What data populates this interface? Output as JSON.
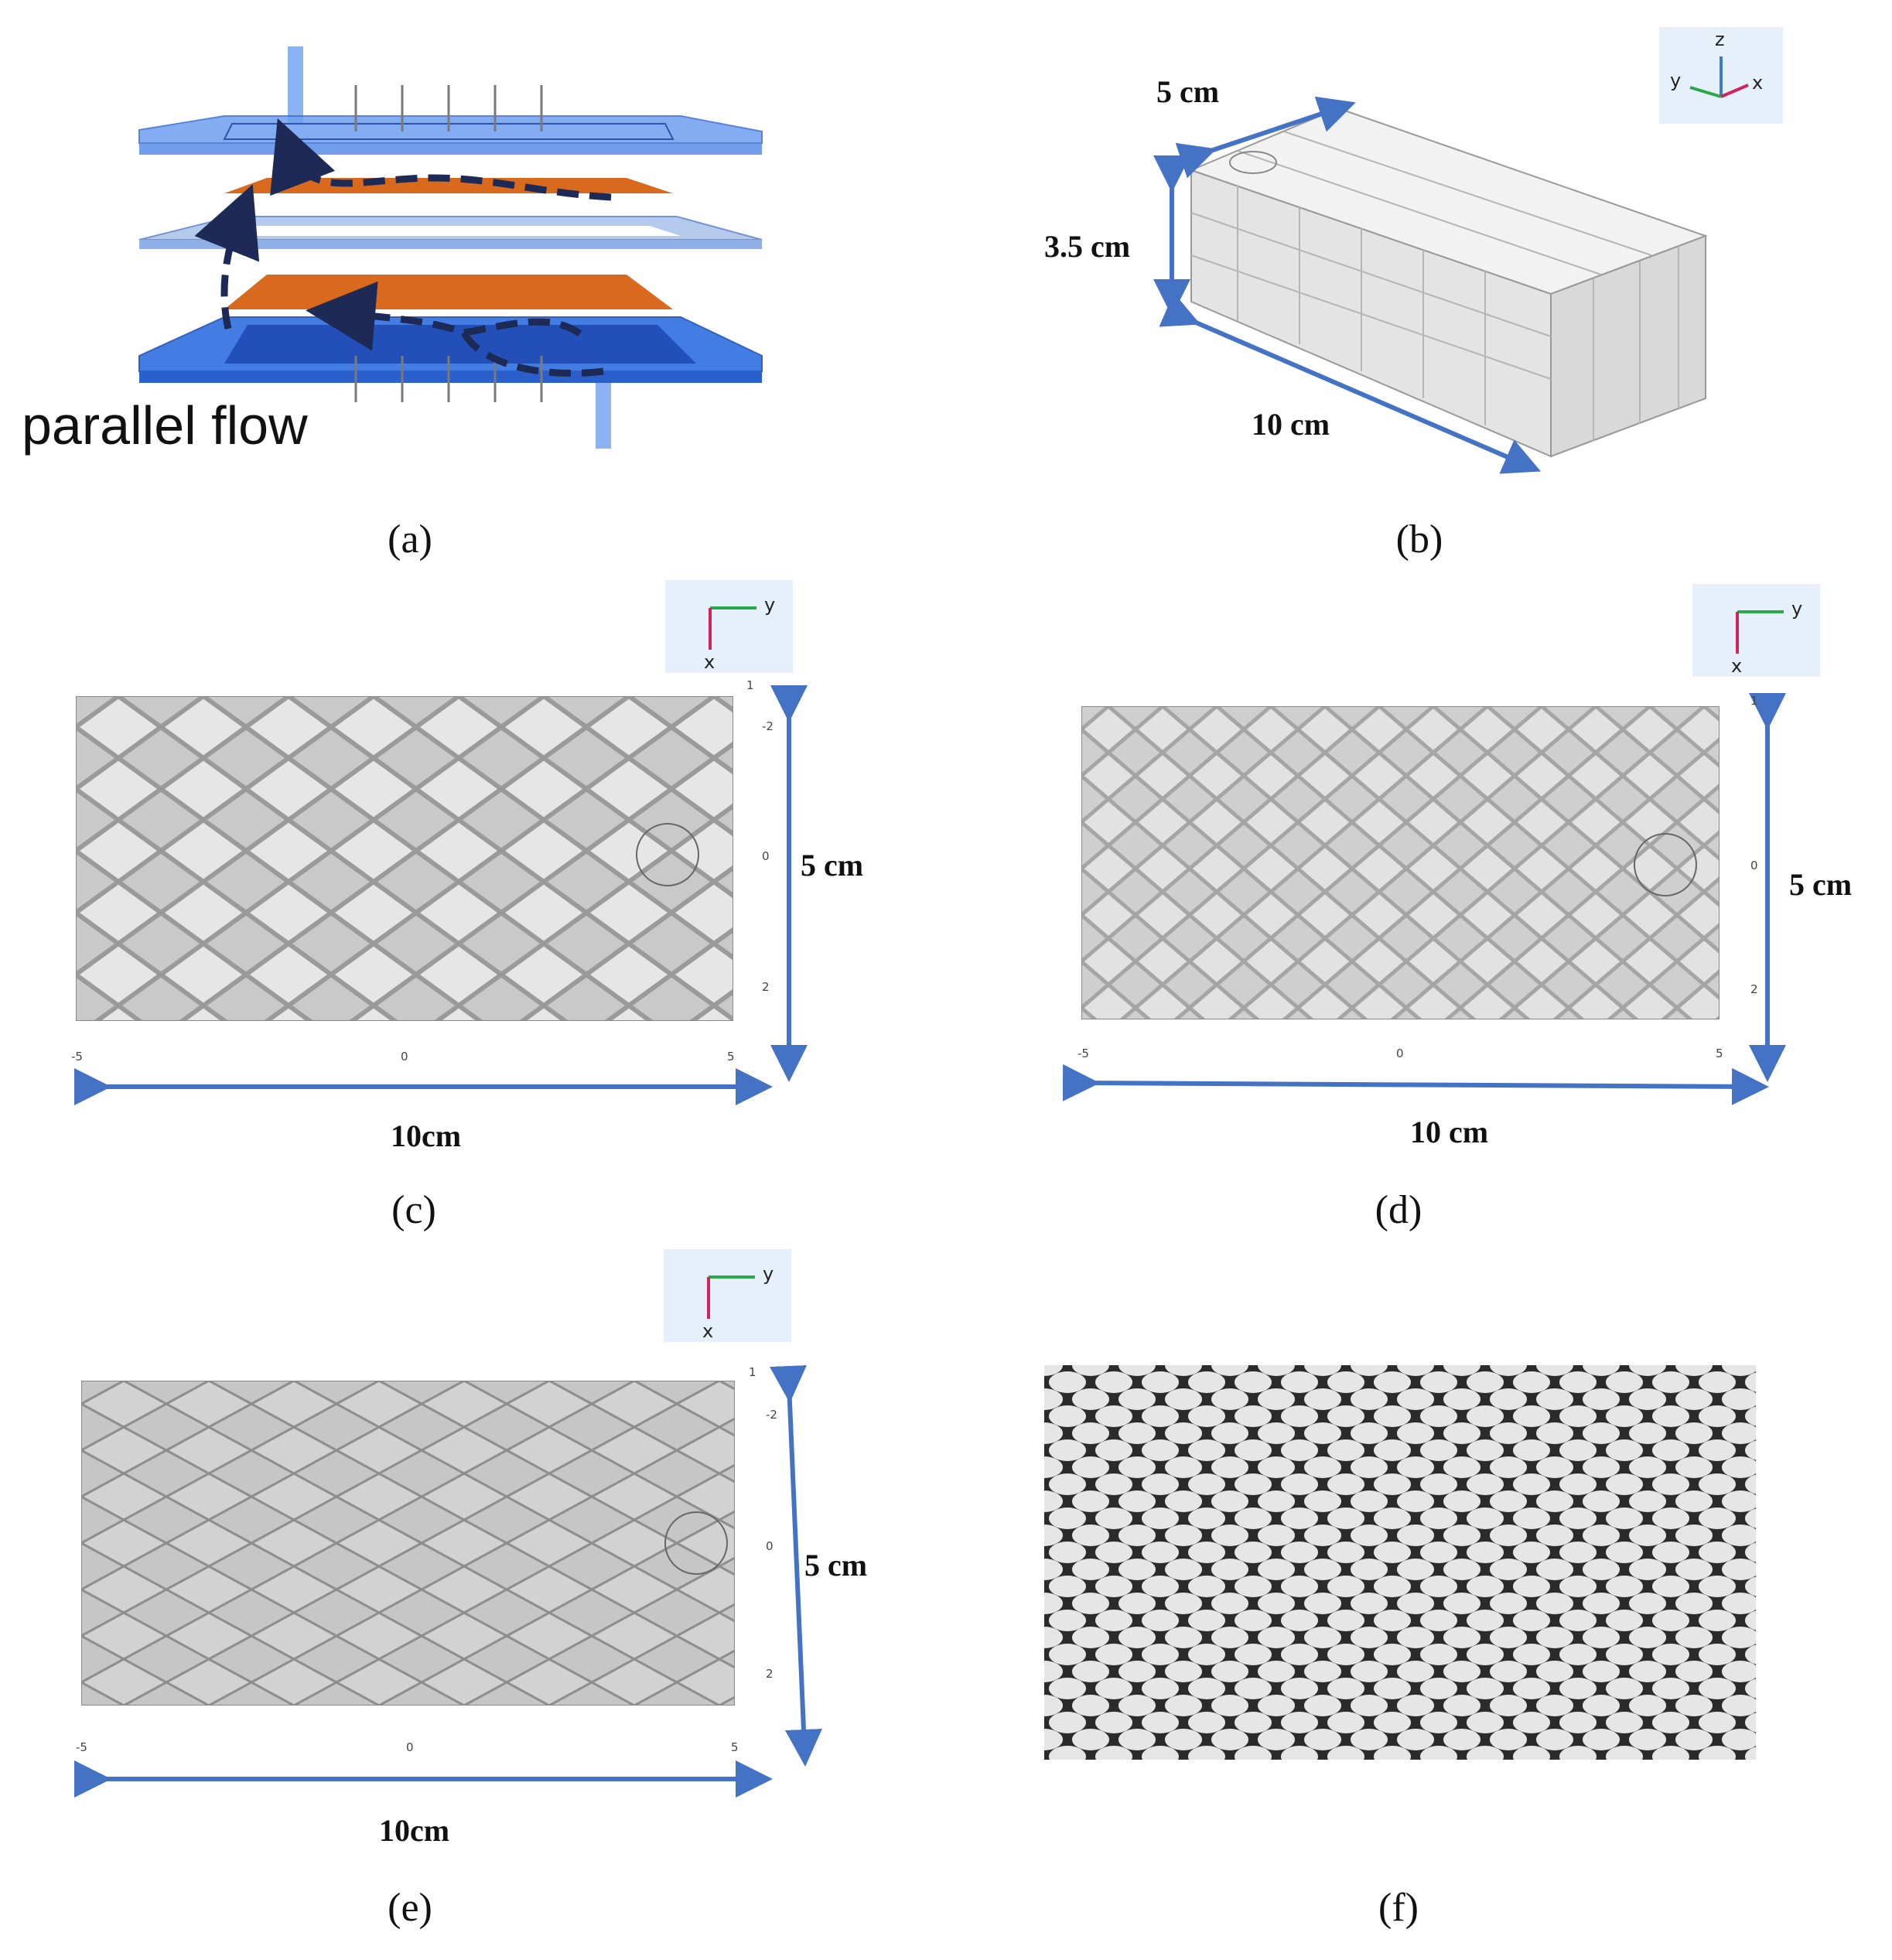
{
  "panels": {
    "a": {
      "caption": "(a)",
      "flow_label": "parallel flow"
    },
    "b": {
      "caption": "(b)",
      "width_label": "5 cm",
      "height_label": "3.5 cm",
      "length_label": "10 cm",
      "axes": {
        "z": "z",
        "y": "y",
        "x": "x"
      }
    },
    "c": {
      "caption": "(c)",
      "width_label": "10cm",
      "height_label": "5 cm",
      "y_ticks": [
        "-5",
        "0",
        "5"
      ],
      "x_ticks": [
        "1",
        "-2",
        "0",
        "2"
      ],
      "axes": {
        "y": "y",
        "x": "x"
      }
    },
    "d": {
      "caption": "(d)",
      "width_label": "10 cm",
      "height_label": "5 cm",
      "y_ticks": [
        "-5",
        "0",
        "5"
      ],
      "x_ticks": [
        "1",
        "0",
        "2"
      ],
      "axes": {
        "y": "y",
        "x": "x"
      }
    },
    "e": {
      "caption": "(e)",
      "width_label": "10cm",
      "height_label": "5 cm",
      "y_ticks": [
        "-5",
        "0",
        "5"
      ],
      "x_ticks": [
        "1",
        "-2",
        "0",
        "2"
      ],
      "axes": {
        "y": "y",
        "x": "x"
      }
    },
    "f": {
      "caption": "(f)"
    }
  },
  "colors": {
    "arrow": "#4472c4",
    "plate_blue": "#3f7fe0",
    "plate_orange": "#d9691c",
    "mesh_gray": "#cfcfcf",
    "photo_dark": "#2b2b2b"
  }
}
